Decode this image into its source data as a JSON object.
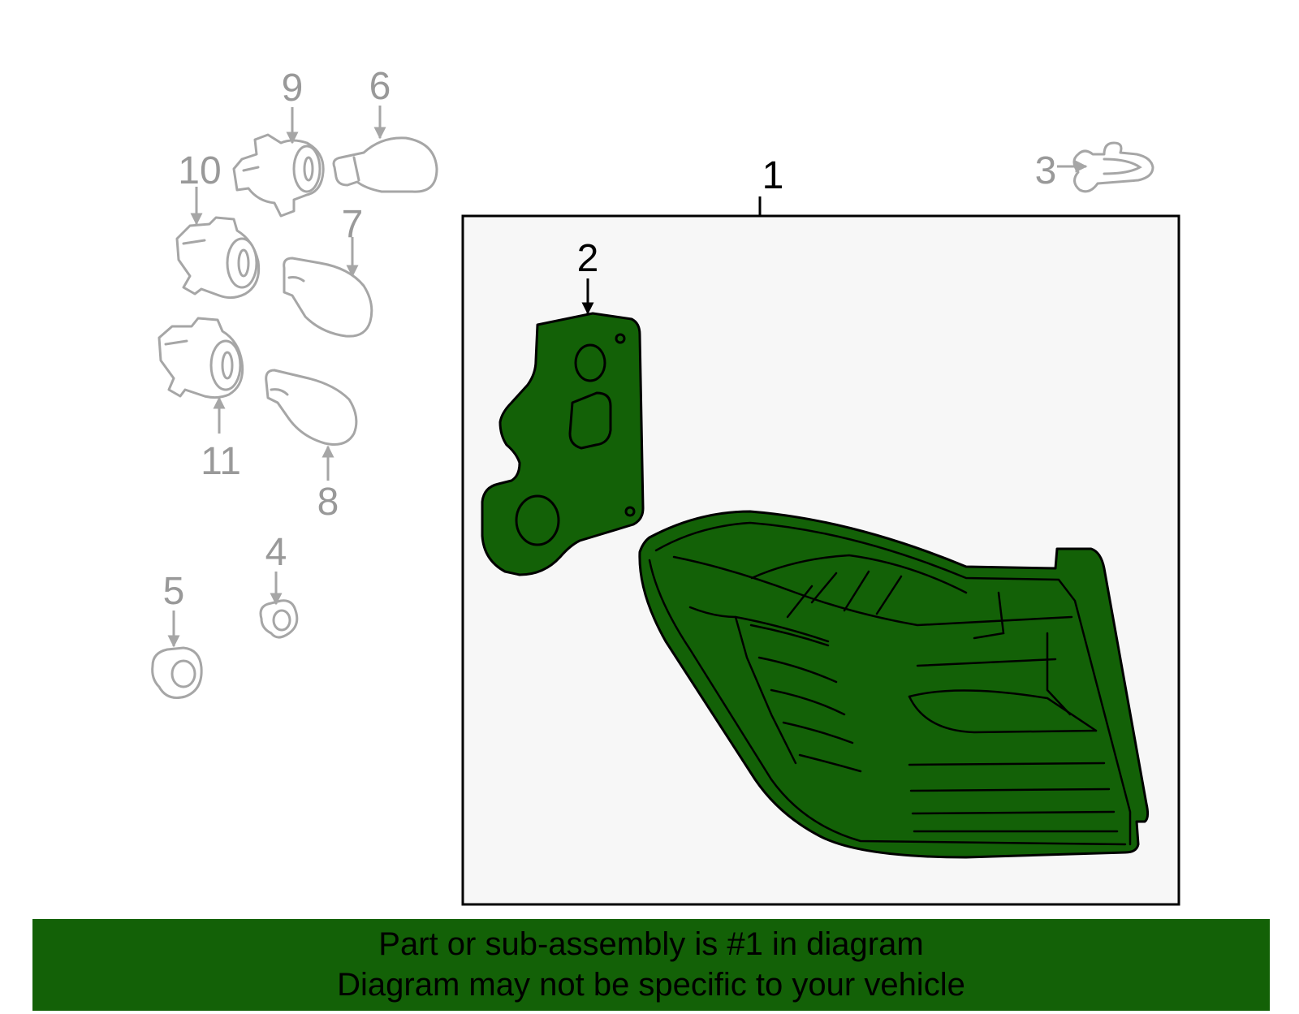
{
  "diagram": {
    "callouts": {
      "c1": "1",
      "c2": "2",
      "c3": "3",
      "c4": "4",
      "c5": "5",
      "c6": "6",
      "c7": "7",
      "c8": "8",
      "c9": "9",
      "c10": "10",
      "c11": "11"
    },
    "colors": {
      "highlight_fill": "#136107",
      "grey_part": "#a6a6a6",
      "box_fill": "#f7f7f7"
    }
  },
  "banner": {
    "line1": "Part or sub-assembly is #1 in diagram",
    "line2": "Diagram may not be specific to your vehicle"
  }
}
